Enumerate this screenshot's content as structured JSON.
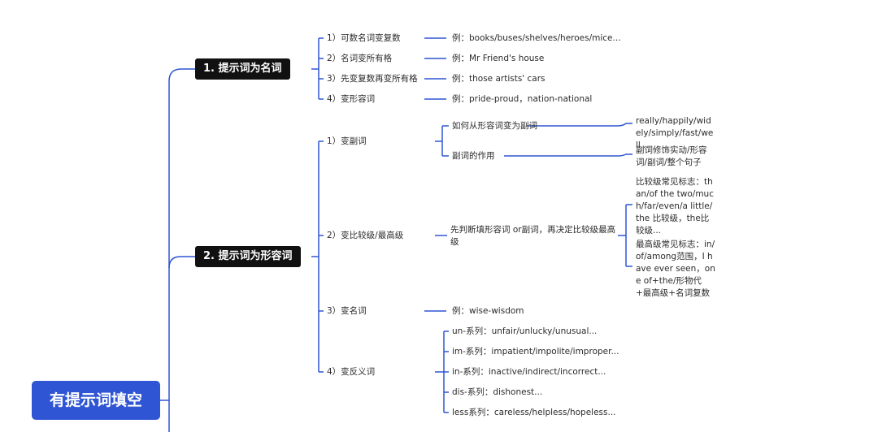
{
  "root": "有提示词填空",
  "b1": {
    "title": "1. 提示词为名词",
    "items": [
      {
        "label": "1）可数名词变复数",
        "ex": "例：books/buses/shelves/heroes/mice..."
      },
      {
        "label": "2）名词变所有格",
        "ex": "例：Mr Friend's house"
      },
      {
        "label": "3）先变复数再变所有格",
        "ex": "例：those artists' cars"
      },
      {
        "label": "4）变形容词",
        "ex": "例：pride-proud，nation-national"
      }
    ]
  },
  "b2": {
    "title": "2. 提示词为形容词",
    "adv": {
      "label": "1）变副词",
      "q1": "如何从形容词变为副词",
      "a1": "really/happily/widely/simply/fast/well...",
      "q2": "副词的作用",
      "a2": "副词修饰实动/形容词/副词/整个句子"
    },
    "comp": {
      "label": "2）变比较级/最高级",
      "note": "先判断填形容词 or副词，再决定比较级最高级",
      "c1": "比较级常见标志：than/of the two/much/far/even/a little/the 比较级，the比较级...",
      "c2": "最高级常见标志：in/of/among范围，I have ever seen，one of+the/形物代+最高级+名词复数"
    },
    "noun": {
      "label": "3）变名词",
      "ex": "例：wise-wisdom"
    },
    "anto": {
      "label": "4）变反义词",
      "items": [
        "un-系列：unfair/unlucky/unusual...",
        "im-系列：impatient/impolite/improper...",
        "in-系列：inactive/indirect/incorrect...",
        "dis-系列：dishonest...",
        "less系列：careless/helpless/hopeless..."
      ]
    }
  }
}
